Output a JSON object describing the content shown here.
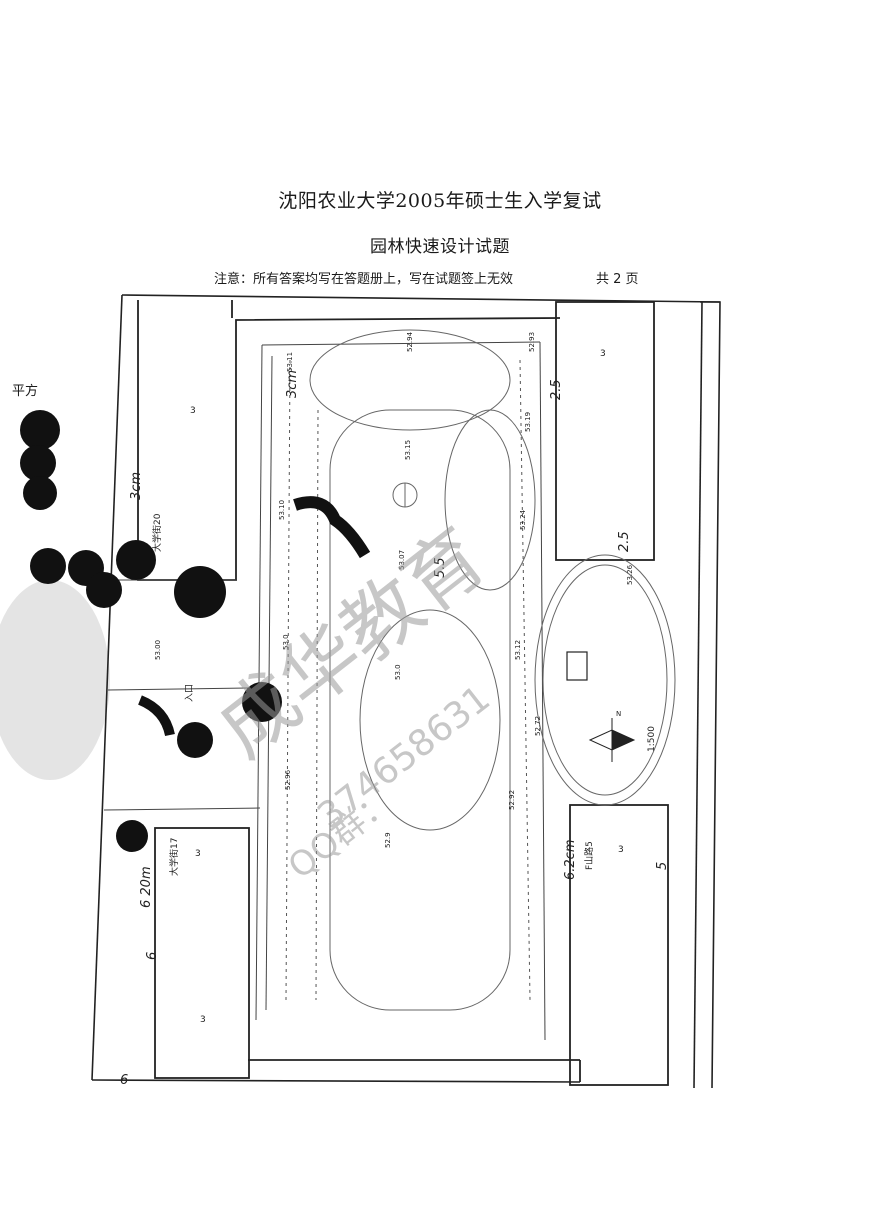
{
  "header": {
    "title": "沈阳农业大学2005年硕士生入学复试",
    "subtitle": "园林快速设计试题",
    "notice": "注意：所有答案均写在答题册上，写在试题签上无效",
    "page_count": "共 2 页"
  },
  "side_label": "平方",
  "plan": {
    "elevations": [
      "53.11",
      "52.94",
      "52.93",
      "53.19",
      "53.15",
      "53.10",
      "53.24",
      "53.07",
      "53.26",
      "53.00",
      "53.12",
      "53.0",
      "53.0",
      "52.72",
      "52.96",
      "52.92",
      "52.9"
    ],
    "block_labels": [
      "3",
      "3",
      "3",
      "3",
      "3"
    ],
    "street_labels": [
      "大学街20",
      "大学街17",
      "F山路5"
    ],
    "entrance_label": "入口",
    "scale": "1:500",
    "north_label": "N"
  },
  "handwritten": [
    "3cm",
    "3cm",
    "2.5",
    "2.5",
    "5.5",
    "5",
    "6",
    "6.2cm",
    "6 20m",
    "6"
  ],
  "watermark": {
    "brand": "成华教育",
    "phone": "374658631",
    "qq": "QQ群："
  }
}
